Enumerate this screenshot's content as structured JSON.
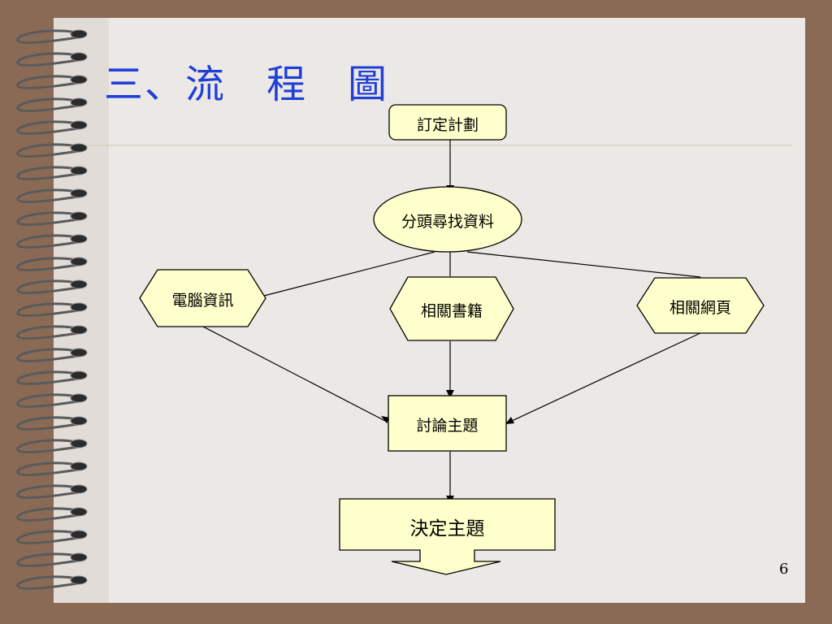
{
  "slide": {
    "title": "三、流　程　圖",
    "page_number": "6"
  },
  "flowchart": {
    "nodes": {
      "plan": "訂定計劃",
      "search": "分頭尋找資料",
      "computer": "電腦資訊",
      "books": "相關書籍",
      "web": "相關網頁",
      "discuss": "討論主題",
      "decide": "決定主題"
    }
  },
  "colors": {
    "frame": "#8b6a55",
    "slide_bg": "#ece8e6",
    "node_fill": "#ffffcc",
    "title": "#1f3fd6"
  }
}
